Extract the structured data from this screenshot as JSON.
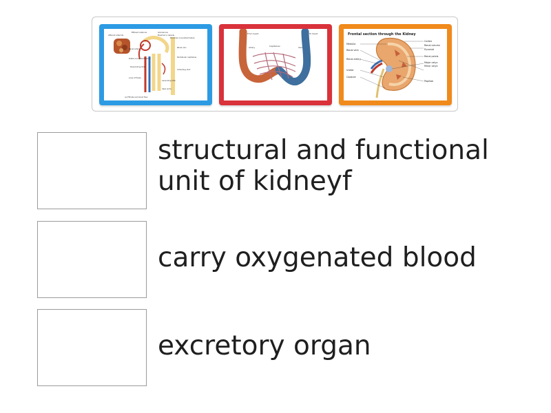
{
  "tray": {
    "cards": [
      {
        "name": "nephron-diagram",
        "color": "#2d9be3",
        "texts": [
          "Afferent arteriole",
          "Efferent arteriole",
          "Glomerulus",
          "Bowman's capsule",
          "Proximal convoluted tubule",
          "Distal convoluted tubule",
          "Peritubular capillaries",
          "Descending limb",
          "Ascending limb",
          "Loop of Henle",
          "Collecting duct",
          "Renal artery",
          "Renal vein",
          "Vasa recta"
        ],
        "caption": "(a) Filtrate and blood flow"
      },
      {
        "name": "capillary-bed-diagram",
        "color": "#d9323b",
        "texts": [
          "From heart",
          "Capillaries",
          "To heart",
          "Artery",
          "Vein"
        ]
      },
      {
        "name": "kidney-section-diagram",
        "color": "#f08a1b",
        "title": "Frontal section through the Kidney",
        "labels_left": [
          "Medulla",
          "Renal vein",
          "Renal artery",
          "Ureter",
          "Capsule"
        ],
        "labels_right": [
          "Cortex",
          "Renal column",
          "Pyramid",
          "Renal pelvis",
          "Major calyx",
          "Minor calyx",
          "Papillae"
        ]
      }
    ]
  },
  "rows": [
    {
      "prompt": "structural and functional\nunit of kidneyf"
    },
    {
      "prompt": "carry oxygenated blood"
    },
    {
      "prompt": "excretory organ"
    }
  ]
}
